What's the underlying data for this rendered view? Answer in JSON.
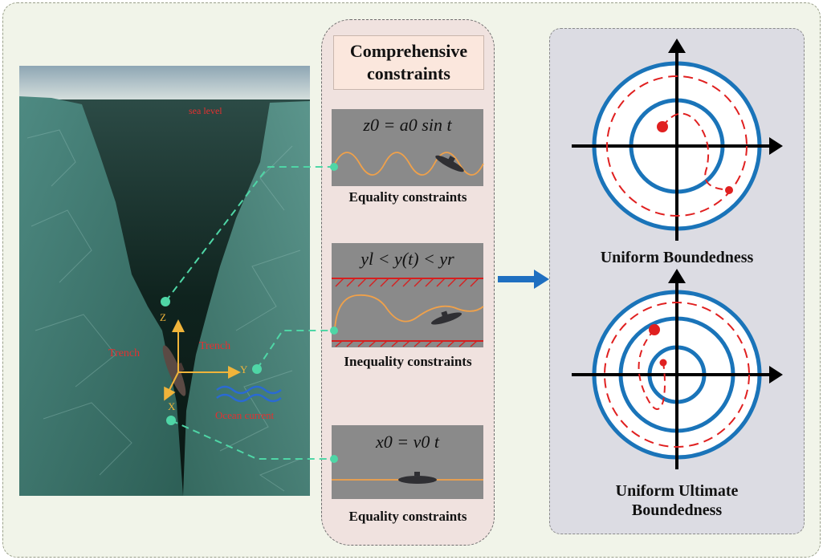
{
  "scene": {
    "sea_level": "sea level",
    "axis_z": "Z",
    "axis_y": "Y",
    "axis_x": "X",
    "trench_left": "Trench",
    "trench_right": "Trench",
    "ocean_current": "Ocean current"
  },
  "middle": {
    "title": "Comprehensive\nconstraints",
    "panels": [
      {
        "formula": "z0 = a0 sin t",
        "caption": "Equality constraints"
      },
      {
        "formula": "yl < y(t) < yr",
        "caption": "Inequality constraints"
      },
      {
        "formula": "x0 = v0 t",
        "caption": "Equality constraints"
      }
    ]
  },
  "right": {
    "top_label": "Uniform Boundedness",
    "bottom_label": "Uniform Ultimate\nBoundedness"
  },
  "colors": {
    "connector": "#4fd6a6",
    "arrow": "#1f6fc0",
    "circle": "#1a74b9",
    "trajectory": "#e02020",
    "wave": "#f0a14a",
    "hatch": "#d62020"
  }
}
